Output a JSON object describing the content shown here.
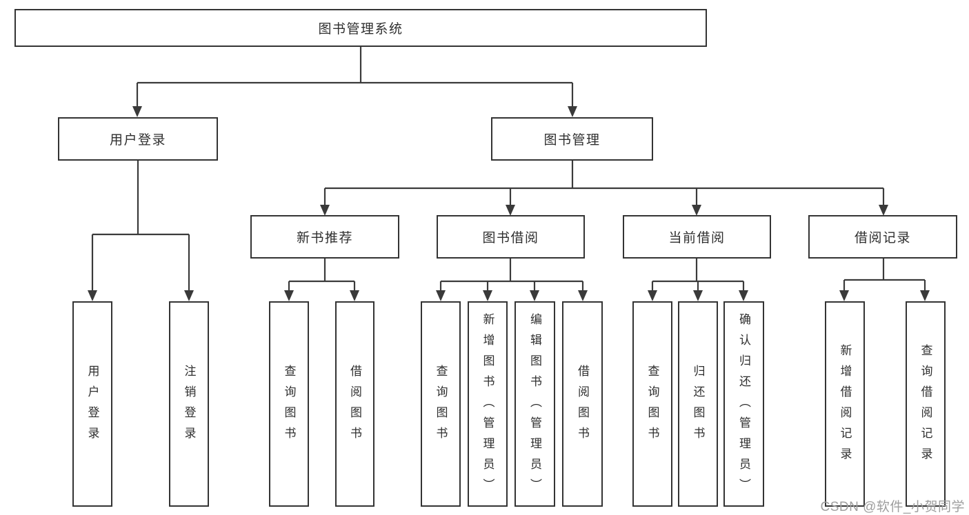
{
  "diagram": {
    "tree": {
      "label": "图书管理系统",
      "children": [
        {
          "label": "用户登录",
          "children": [
            {
              "label": "用户登录"
            },
            {
              "label": "注销登录"
            }
          ]
        },
        {
          "label": "图书管理",
          "children": [
            {
              "label": "新书推荐",
              "children": [
                {
                  "label": "查询图书"
                },
                {
                  "label": "借阅图书"
                }
              ]
            },
            {
              "label": "图书借阅",
              "children": [
                {
                  "label": "查询图书"
                },
                {
                  "label": "新增图书（管理员）"
                },
                {
                  "label": "编辑图书（管理员）"
                },
                {
                  "label": "借阅图书"
                }
              ]
            },
            {
              "label": "当前借阅",
              "children": [
                {
                  "label": "查询图书"
                },
                {
                  "label": "归还图书"
                },
                {
                  "label": "确认归还（管理员）"
                }
              ]
            },
            {
              "label": "借阅记录",
              "children": [
                {
                  "label": "新增借阅记录"
                },
                {
                  "label": "查询借阅记录"
                }
              ]
            }
          ]
        }
      ]
    },
    "colors": {
      "line": "#3a3a3a",
      "box_border": "#333333",
      "text": "#2e2e2e",
      "watermark": "#9e9e9e",
      "background": "#ffffff"
    }
  },
  "watermark": "CSDN @软件_小贺同学"
}
